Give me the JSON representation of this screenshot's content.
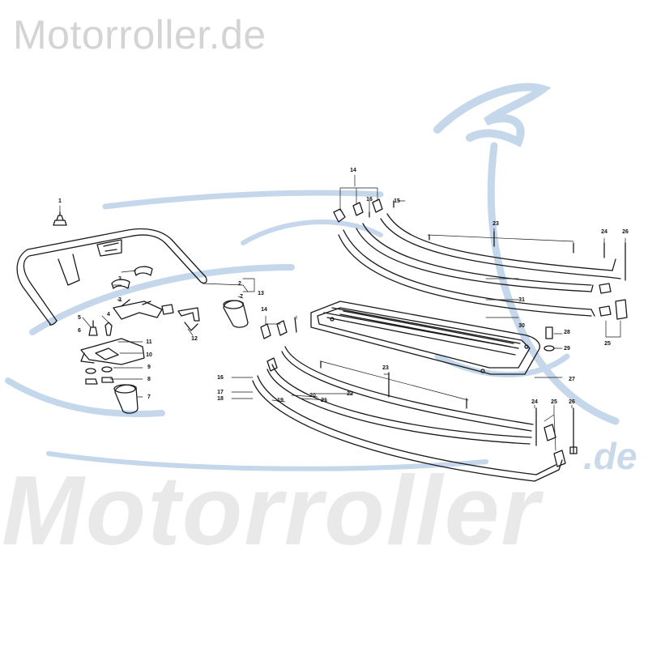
{
  "watermark": {
    "top_text": "Motorroller.de",
    "bottom_text": "Motorroller",
    "bottom_suffix": ".de"
  },
  "colors": {
    "line": "#1a1a1a",
    "watermark_blue": "#c5d7ea",
    "watermark_gray": "#e6e6e6"
  },
  "part_labels": [
    "1",
    "2",
    "3",
    "3",
    "4",
    "5",
    "6",
    "7",
    "7",
    "8",
    "9",
    "10",
    "11",
    "12",
    "13",
    "14",
    "14",
    "15",
    "16",
    "16",
    "17",
    "18",
    "19",
    "20",
    "21",
    "22",
    "23",
    "23",
    "24",
    "24",
    "25",
    "25",
    "26",
    "26",
    "27",
    "28",
    "29",
    "30",
    "31"
  ]
}
